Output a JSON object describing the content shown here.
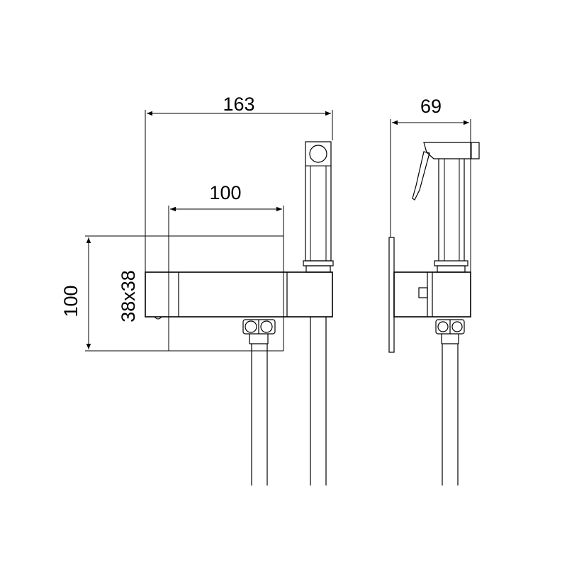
{
  "dimensions": {
    "total_width": "163",
    "body_width": "100",
    "height": "100",
    "section": "38x38",
    "side_depth": "69"
  }
}
